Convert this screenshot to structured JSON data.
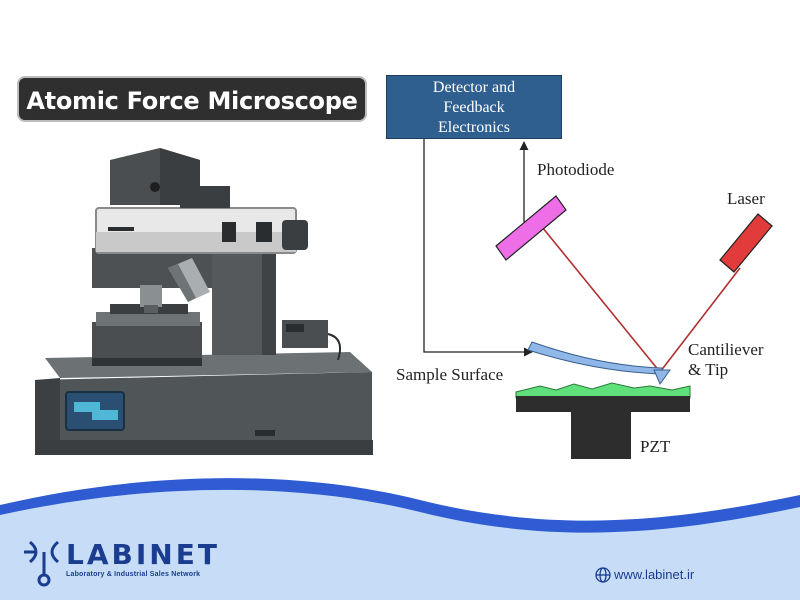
{
  "title": "Atomic Force Microscope",
  "diagram": {
    "detector": [
      "Detector and",
      "Feedback",
      "Electronics"
    ],
    "photodiode": "Photodiode",
    "laser": "Laser",
    "cantilever": [
      "Cantiliever",
      "& Tip"
    ],
    "sample_surface": "Sample Surface",
    "pzt": "PZT"
  },
  "brand": {
    "name": "LABINET",
    "tagline": "Laboratory & Industrial Sales Network",
    "website": "www.labinet.ir"
  },
  "colors": {
    "title_bg": "#2f2f2f",
    "detector_bg": "#2e5f8f",
    "photodiode": "#ee6ee8",
    "laser": "#e23b3b",
    "beam": "#b03030",
    "cantilever": "#8fb7e8",
    "sample": "#5fe07a",
    "pzt": "#2d2d2d",
    "wave_dark": "#2f5bd3",
    "wave_light": "#c6dcf7",
    "brand": "#1a3d8f"
  },
  "icons": [
    "globe-icon",
    "labinet-logo-icon"
  ]
}
